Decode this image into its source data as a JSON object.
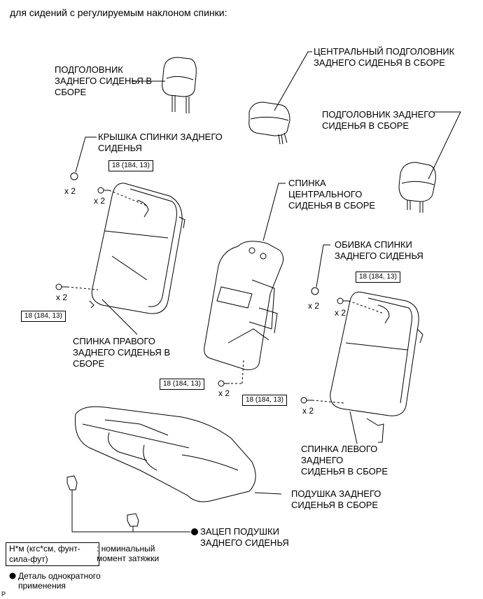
{
  "header": {
    "title": "для сидений с регулируемым наклоном спинки:"
  },
  "labels": {
    "headrest_right": "ПОДГОЛОВНИК\nЗАДНЕГО СИДЕНЬЯ В\nСБОРЕ",
    "headrest_center": "ЦЕНТРАЛЬНЫЙ ПОДГОЛОВНИК\nЗАДНЕГО СИДЕНЬЯ В СБОРЕ",
    "headrest_left": "ПОДГОЛОВНИК ЗАДНЕГО\nСИДЕНЬЯ В СБОРЕ",
    "seatback_cover": "КРЫШКА СПИНКИ ЗАДНЕГО\nСИДЕНЬЯ",
    "center_seatback": "СПИНКА\nЦЕНТРАЛЬНОГО\nСИДЕНЬЯ В СБОРЕ",
    "seatback_trim": "ОБИВКА СПИНКИ\nЗАДНЕГО СИДЕНЬЯ",
    "right_seatback": "СПИНКА ПРАВОГО\nЗАДНЕГО СИДЕНЬЯ В\nСБОРЕ",
    "left_seatback": "СПИНКА ЛЕВОГО\nЗАДНЕГО\nСИДЕНЬЯ В СБОРЕ",
    "cushion": "ПОДУШКА ЗАДНЕГО\nСИДЕНЬЯ В СБОРЕ",
    "cushion_hook": "ЗАЦЕП ПОДУШКИ\nЗАДНЕГО СИДЕНЬЯ"
  },
  "torque": {
    "t1": "18 (184, 13)",
    "t2": "18 (184, 13)",
    "t3": "18 (184, 13)",
    "t4": "18 (184, 13)",
    "t5": "18 (184, 13)"
  },
  "quantities": {
    "q1": "x 2",
    "q2": "x 2",
    "q3": "x 2",
    "q4": "x 2",
    "q5": "x 2",
    "q6": "x 2",
    "q7": "x 2"
  },
  "legend": {
    "unit_box": "Н*м (кгс*см, фунт-\nсила-фут)",
    "unit_desc": ": номинальный\nмомент затяжки",
    "one_time_desc": "Деталь однократного\nприменения"
  },
  "footer": {
    "mark": "P"
  }
}
